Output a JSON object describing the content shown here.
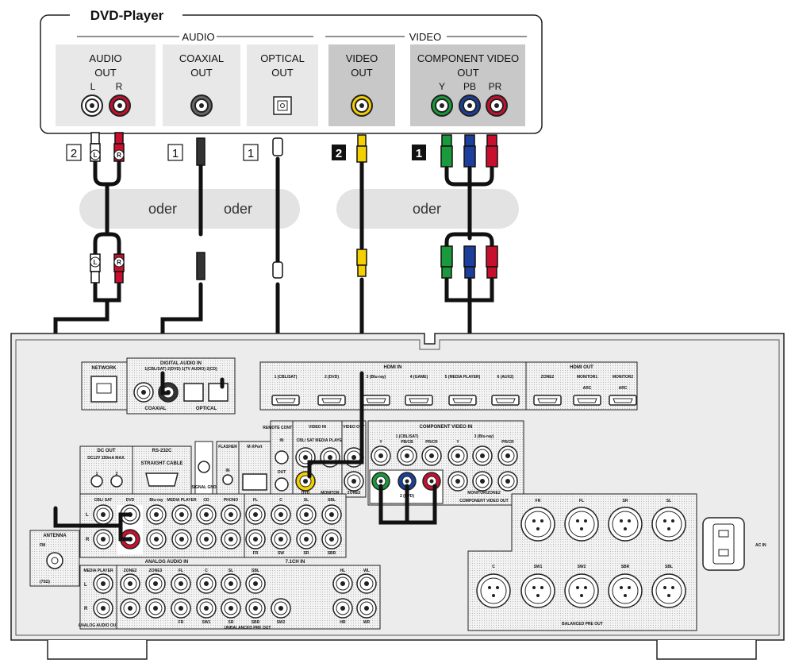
{
  "player": {
    "title": "DVD-Player",
    "audio_group": "AUDIO",
    "video_group": "VIDEO",
    "audio_out_1": "AUDIO",
    "audio_out_2": "OUT",
    "audio_l": "L",
    "audio_r": "R",
    "coaxial_1": "COAXIAL",
    "coaxial_2": "OUT",
    "optical_1": "OPTICAL",
    "optical_2": "OUT",
    "video_1": "VIDEO",
    "video_2": "OUT",
    "component_1": "COMPONENT VIDEO",
    "component_2": "OUT",
    "comp_y": "Y",
    "comp_pb": "PB",
    "comp_pr": "PR"
  },
  "cables": {
    "num_audio": "2",
    "num_coax": "1",
    "num_optical": "1",
    "num_video": "2",
    "num_component": "1",
    "plug_l": "L",
    "plug_r": "R",
    "oder_1": "oder",
    "oder_2": "oder",
    "oder_3": "oder"
  },
  "receiver": {
    "network": "NETWORK",
    "digital_audio_in": "DIGITAL AUDIO IN",
    "digital_sub": "1(CBL/SAT)  2(DVD)  1(TV AUDIO)  2(CD)",
    "coaxial": "COAXIAL",
    "optical": "OPTICAL",
    "hdmi_in": "HDMI IN",
    "hdmi_labels": [
      "1 (CBL/SAT)",
      "2 (DVD)",
      "3 (Blu-ray)",
      "4 (GAME)",
      "5 (MEDIA PLAYER)",
      "6 (AUX2)"
    ],
    "hdmi_out": "HDMI OUT",
    "hdmi_out_labels": [
      "ZONE2",
      "MONITOR1",
      "MONITOR2"
    ],
    "arc": "ARC",
    "dc_out": "DC OUT",
    "dc_spec": "DC12V 150mA MAX.",
    "rs232c": "RS-232C",
    "straight_cable": "STRAIGHT CABLE",
    "signal_gnd": "SIGNAL GND",
    "flasher": "FLASHER",
    "in_label": "IN",
    "out_label": "OUT",
    "mxport": "M-XPort",
    "remote_control": "REMOTE CONTROL",
    "video_in": "VIDEO IN",
    "video_in_labels": [
      "CBL/ SAT",
      "MEDIA PLAYER"
    ],
    "video_out": "VIDEO OUT",
    "dvd": "DVD",
    "monitor": "MONITOR",
    "zone2": "ZONE2",
    "component_video_in": "COMPONENT VIDEO IN",
    "comp_in_1": "1 (CBL/SAT)",
    "comp_in_2": "2 (DVD)",
    "comp_in_3": "3 (Blu-ray)",
    "comp_y": "Y",
    "comp_pb": "PB/CB",
    "comp_pr": "PR/CR",
    "monitor_zone2": "MONITOR/ZONE2",
    "component_video_out": "COMPONENT VIDEO OUT",
    "analog_audio_in": "ANALOG AUDIO IN",
    "analog_cols": [
      "CBL/ SAT",
      "DVD",
      "Blu-ray",
      "MEDIA PLAYER",
      "CD",
      "PHONO"
    ],
    "ch71_top": [
      "FL",
      "C",
      "SL",
      "SBL"
    ],
    "ch71_bottom": [
      "FR",
      "SW",
      "SR",
      "SBR"
    ],
    "ch71_in": "7.1CH IN",
    "antenna": "ANTENNA",
    "fm": "FM",
    "ohm": "(75Ω)",
    "media_player": "MEDIA PLAYER",
    "analog_audio_out": "ANALOG AUDIO OUT",
    "pre_top": [
      "ZONE2",
      "ZONE3",
      "FL",
      "C",
      "SL",
      "SBL",
      "HL",
      "WL"
    ],
    "pre_bottom": [
      "FR",
      "SW1",
      "SR",
      "SBR",
      "SW2",
      "HR",
      "WR"
    ],
    "unbalanced_pre_out": "UNBALANCED PRE OUT",
    "balanced_top": [
      "FR",
      "FL",
      "SR",
      "SL"
    ],
    "balanced_bottom": [
      "C",
      "SW1",
      "SW2",
      "SBR",
      "SBL"
    ],
    "balanced_pre_out": "BALANCED PRE OUT",
    "ac_in": "AC IN",
    "l": "L",
    "r": "R",
    "ps_1": "1",
    "ps_2": "2"
  },
  "colors": {
    "red": "#c8102e",
    "green": "#1a9a3c",
    "blue": "#1c3f9e",
    "yellow": "#f5d000",
    "white": "#ffffff",
    "cable": "#111111",
    "bubble": "#e3e3e3",
    "panel": "#f2f2f2"
  }
}
